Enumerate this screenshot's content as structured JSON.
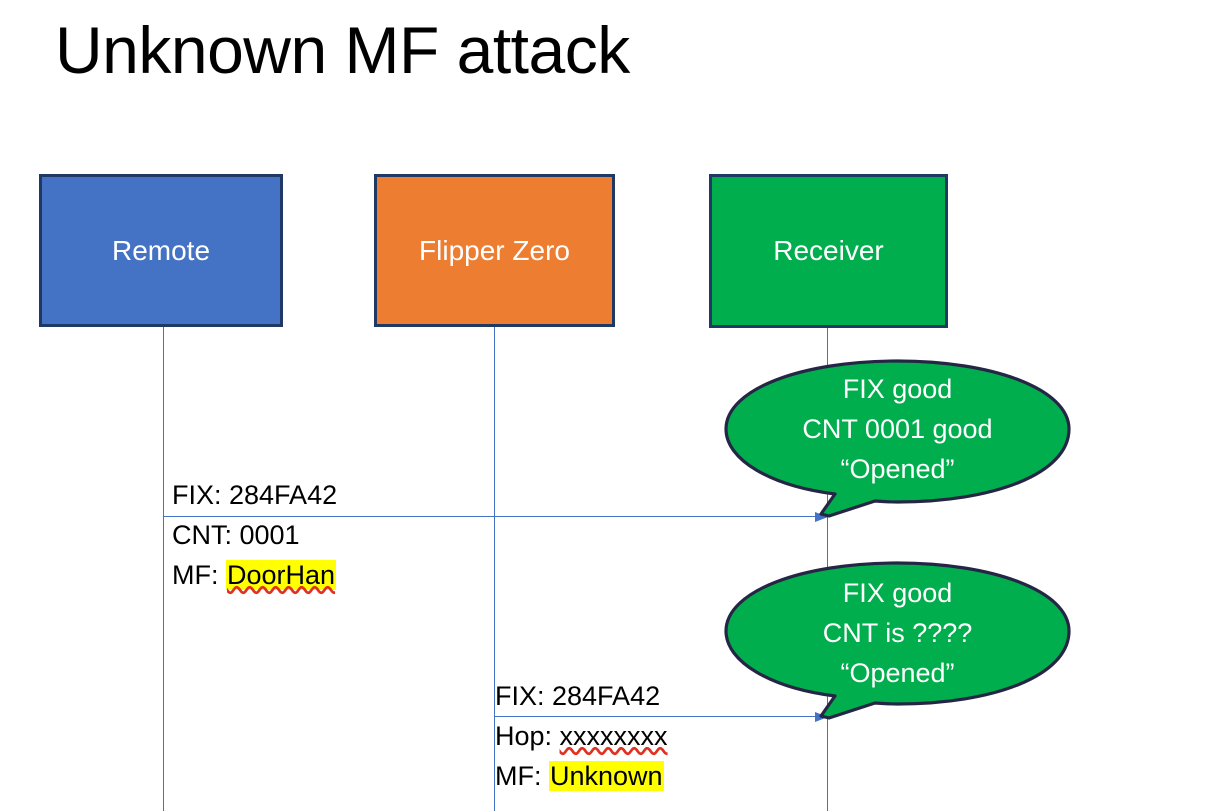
{
  "slide": {
    "title": "Unknown MF attack",
    "background_color": "#FFFFFF"
  },
  "colors": {
    "remote_fill": "#4472C4",
    "flipper_fill": "#ED7D31",
    "receiver_fill": "#00AE4D",
    "box_border": "#1F3864",
    "arrow": "#4472C4",
    "highlight": "#FFFF00",
    "callout_fill": "#00AE4D",
    "callout_border": "#1F3864",
    "text": "#000000",
    "box_text": "#FFFFFF"
  },
  "actors": [
    {
      "id": "remote",
      "label": "Remote"
    },
    {
      "id": "flipper",
      "label": "Flipper Zero"
    },
    {
      "id": "receiver",
      "label": "Receiver"
    }
  ],
  "messages": [
    {
      "id": "msg1",
      "from": "remote",
      "to": "receiver",
      "line1": "FIX: 284FA42",
      "line2": "CNT: 0001",
      "line3_label": "MF: ",
      "line3_value": "DoorHan"
    },
    {
      "id": "msg2",
      "from": "flipper",
      "to": "receiver",
      "line1": "FIX: 284FA42",
      "line2_label": "Hop: ",
      "line2_value": "xxxxxxxx",
      "line3_label": "MF: ",
      "line3_value": "Unknown"
    }
  ],
  "callouts": [
    {
      "id": "callout1",
      "line1": "FIX good",
      "line2": "CNT 0001 good",
      "line3": "“Opened”"
    },
    {
      "id": "callout2",
      "line1": "FIX good",
      "line2": "CNT is ????",
      "line3": "“Opened”"
    }
  ]
}
